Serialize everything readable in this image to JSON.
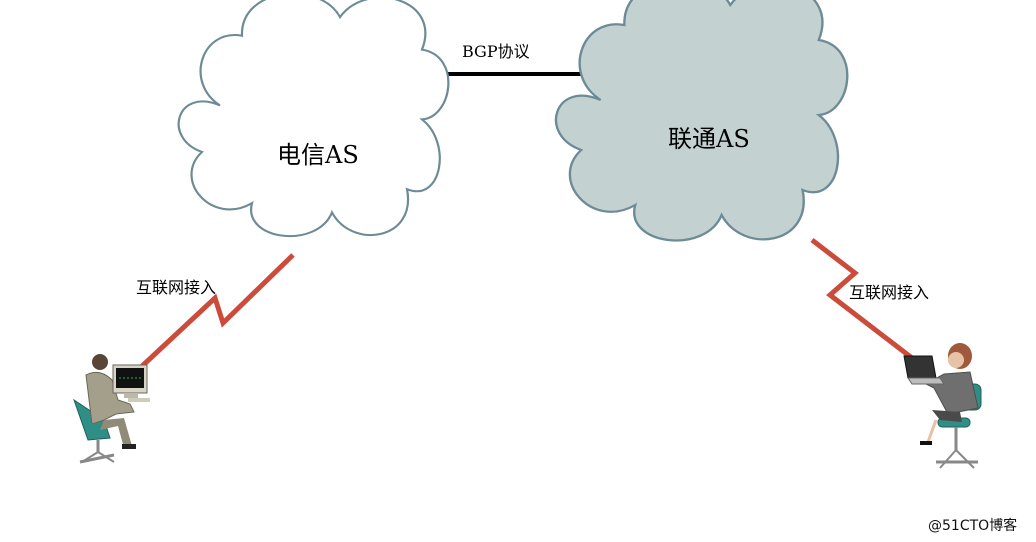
{
  "bgp_label": "BGP协议",
  "left_cloud": {
    "label": "电信AS",
    "fill": "#ffffff"
  },
  "right_cloud": {
    "label": "联通AS",
    "fill": "#c4d1d1"
  },
  "left_link_label": "互联网接入",
  "right_link_label": "互联网接入",
  "watermark": "@51CTO博客",
  "colors": {
    "link": "#cc4c3b",
    "bgp_line": "#000000",
    "cloud_stroke": "#6c8b96"
  },
  "icons": {
    "left_user": "person-at-desktop-icon",
    "right_user": "person-at-laptop-icon"
  }
}
